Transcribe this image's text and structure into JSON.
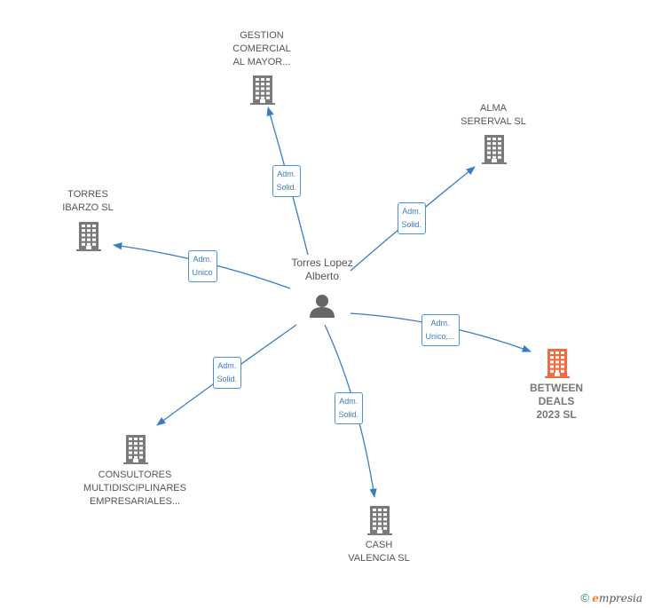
{
  "center": {
    "name": "Torres Lopez\nAlberto",
    "icon": "person-icon"
  },
  "companies": [
    {
      "id": "gestion",
      "name": "GESTION\nCOMERCIAL\nAL MAYOR...",
      "relation": "Adm.\nSolid.",
      "highlight": false
    },
    {
      "id": "alma",
      "name": "ALMA\nSERERVAL  SL",
      "relation": "Adm.\nSolid.",
      "highlight": false
    },
    {
      "id": "torres",
      "name": "TORRES\nIBARZO  SL",
      "relation": "Adm.\nUnico",
      "highlight": false
    },
    {
      "id": "between",
      "name": "BETWEEN\nDEALS\n2023  SL",
      "relation": "Adm.\nUnico,...",
      "highlight": true
    },
    {
      "id": "consultores",
      "name": "CONSULTORES\nMULTIDISCIPLINARES\nEMPRESARIALES...",
      "relation": "Adm.\nSolid.",
      "highlight": false
    },
    {
      "id": "cash",
      "name": "CASH\nVALENCIA SL",
      "relation": "Adm.\nSolid.",
      "highlight": false
    }
  ],
  "colors": {
    "edge": "#3a7cc4",
    "building": "#7a7a7a",
    "highlight_building": "#f26a3d",
    "person": "#666666"
  },
  "footer": {
    "copyright": "©",
    "brand_initial": "e",
    "brand_rest": "mpresia"
  }
}
